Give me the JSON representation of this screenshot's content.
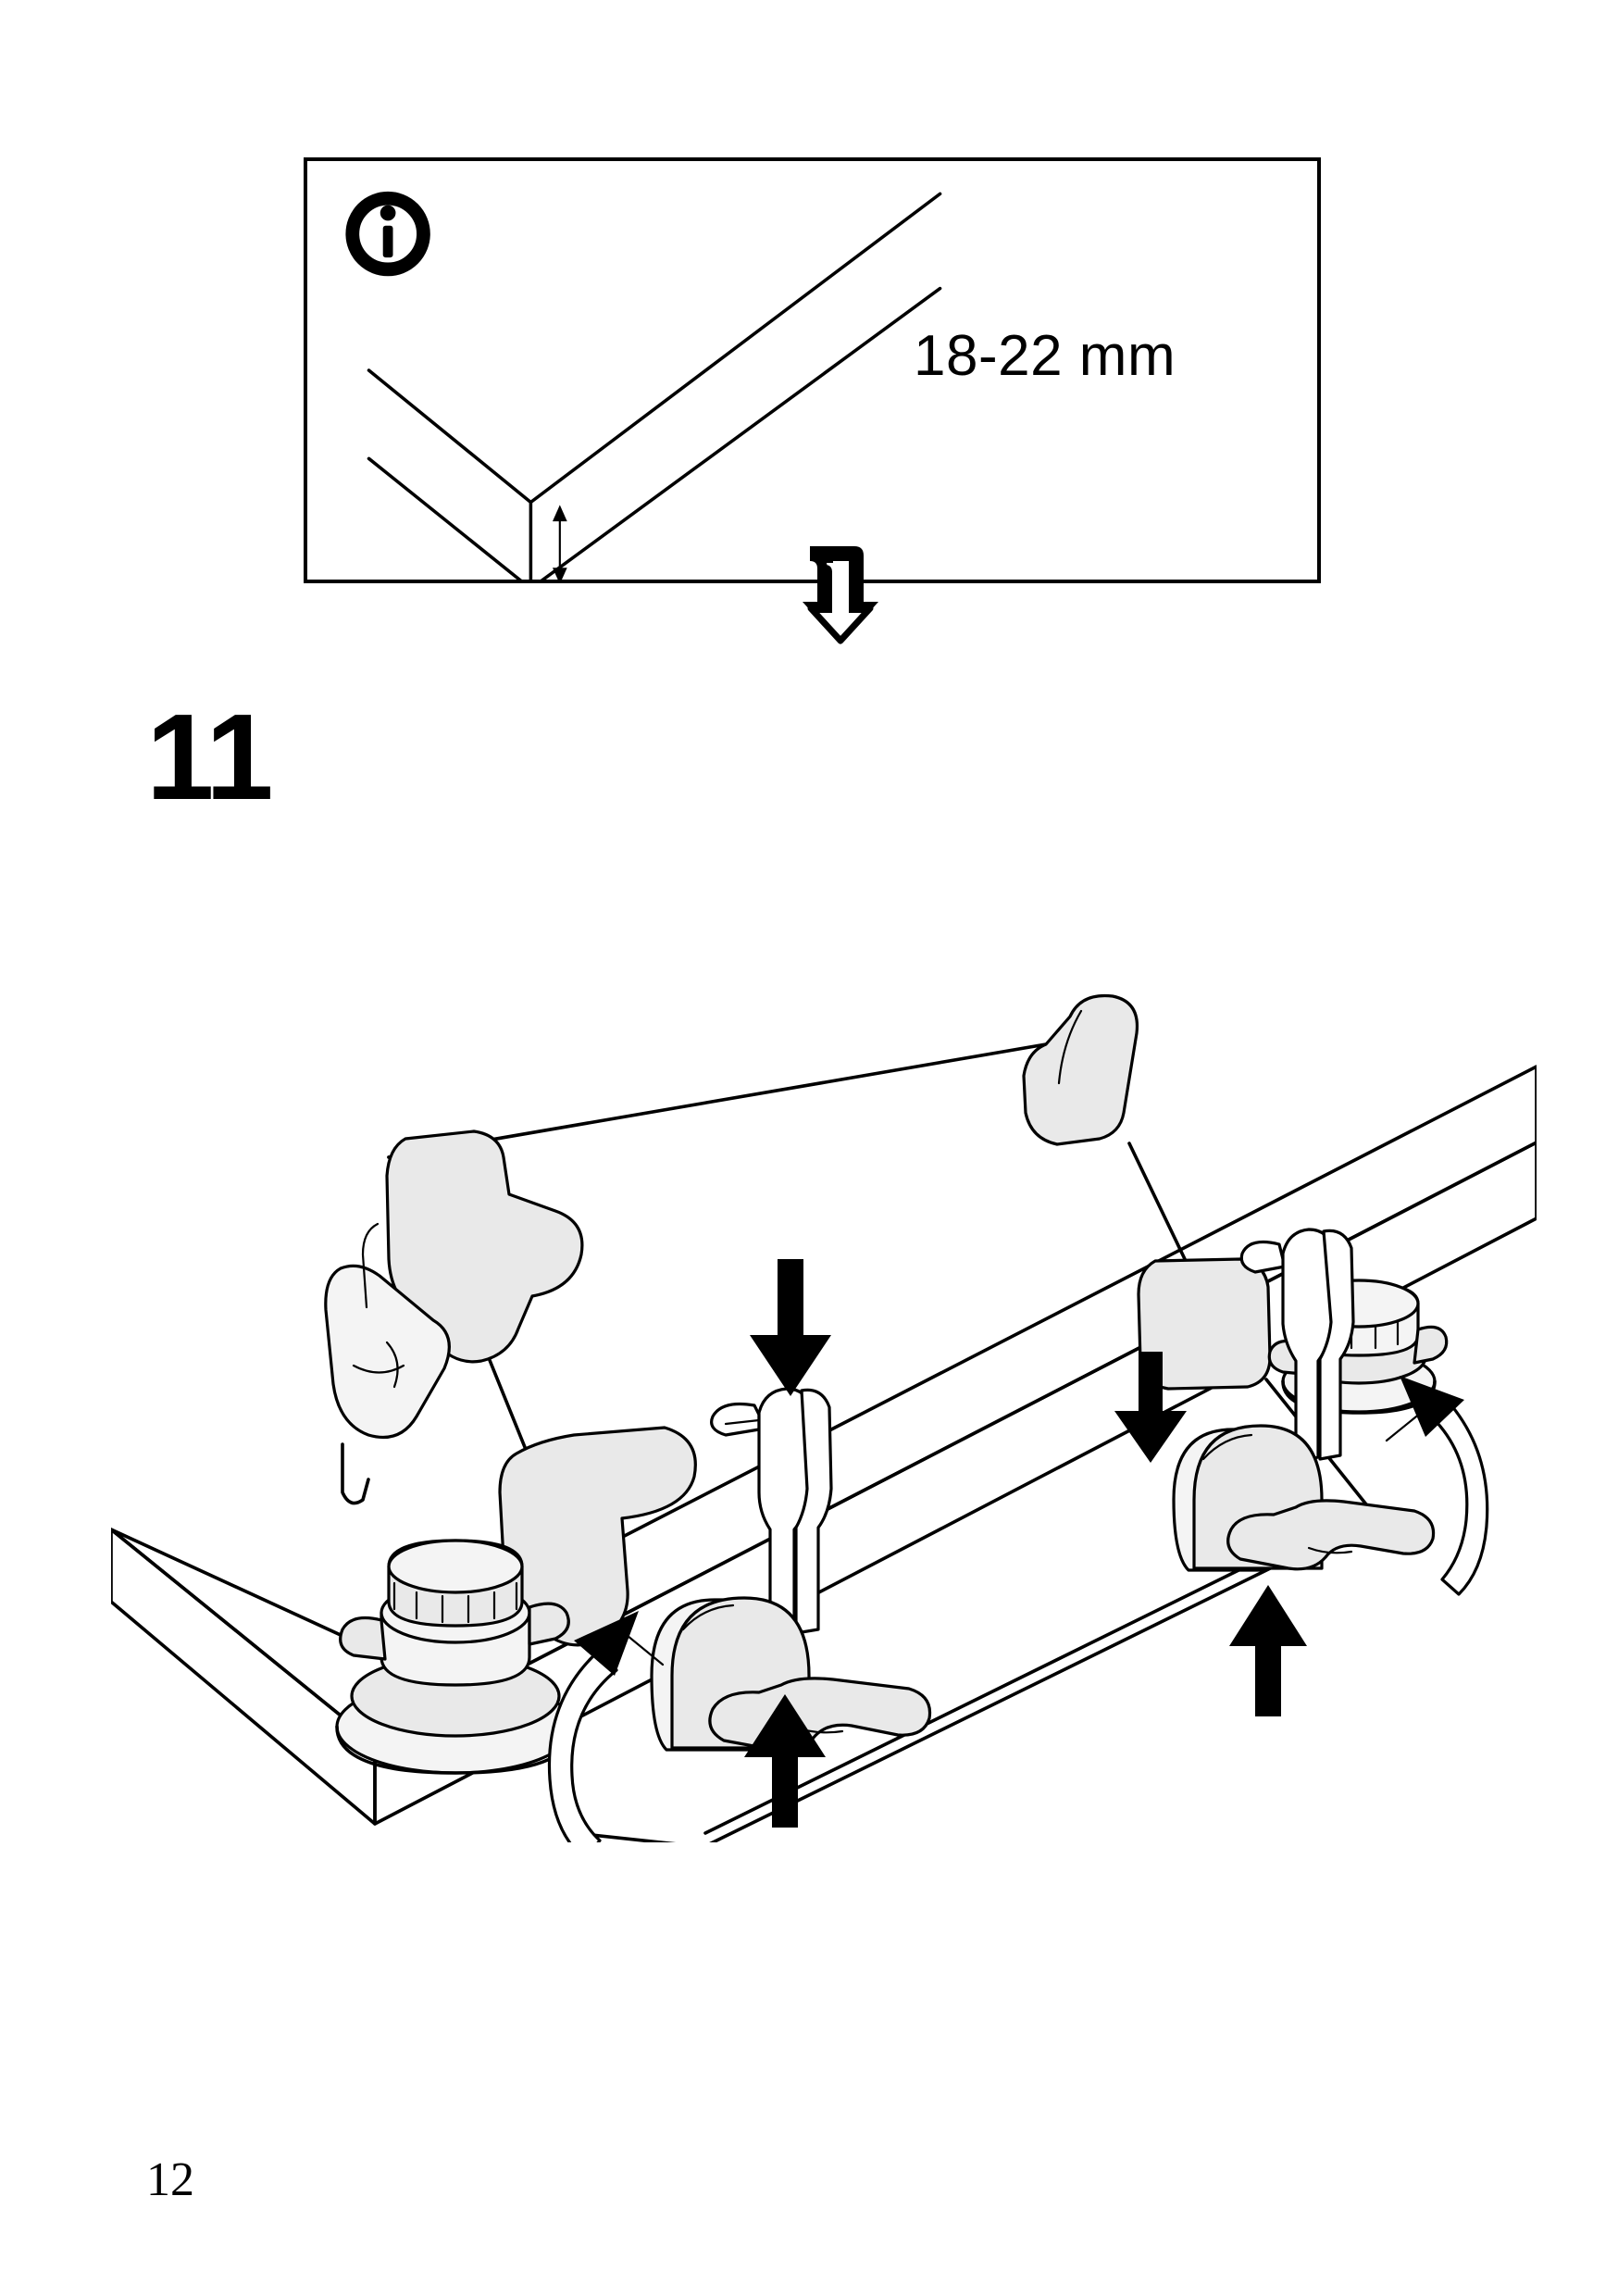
{
  "document": {
    "type": "assembly-instruction-page",
    "page_number": "12"
  },
  "info_panel": {
    "icon": "info-icon",
    "icon_glyph": "i",
    "measurement_label": "18-22 mm",
    "subject": "tabletop-thickness",
    "transition_arrow": "u-turn-down-arrow"
  },
  "step": {
    "number": "11",
    "illustration": {
      "description": "bracket-clamped-to-tabletop-edge",
      "parts": [
        {
          "name": "tabletop",
          "kind": "surface"
        },
        {
          "name": "bracket-frame",
          "kind": "metal-frame"
        },
        {
          "name": "wire-hook-left",
          "kind": "hook"
        },
        {
          "name": "wire-hook-right",
          "kind": "hook"
        },
        {
          "name": "knurled-knob-left",
          "kind": "knob"
        },
        {
          "name": "knurled-knob-right",
          "kind": "knob"
        },
        {
          "name": "wing-nut-center",
          "kind": "wing-nut"
        },
        {
          "name": "wing-nut-right",
          "kind": "wing-nut"
        }
      ],
      "arrows": [
        {
          "name": "press-down-arrow-center",
          "direction": "down"
        },
        {
          "name": "press-down-arrow-right",
          "direction": "down"
        },
        {
          "name": "tighten-up-arrow-center",
          "direction": "up"
        },
        {
          "name": "tighten-up-arrow-right",
          "direction": "up"
        },
        {
          "name": "rotate-arrow-center",
          "direction": "rotate"
        },
        {
          "name": "rotate-arrow-right",
          "direction": "rotate"
        }
      ]
    }
  },
  "colors": {
    "ink": "#000000",
    "part_fill": "#e9e9e9",
    "background": "#ffffff"
  }
}
